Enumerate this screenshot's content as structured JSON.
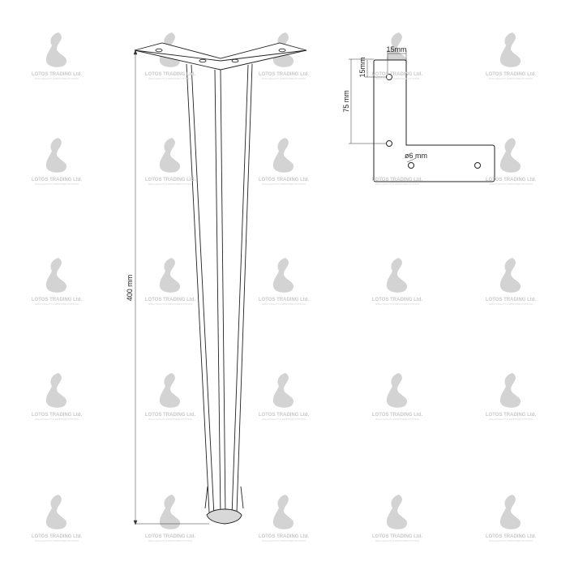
{
  "watermark": {
    "company": "LOTOS TRADING Ltd.",
    "tagline": "HIGH QUALITY FURNITURE FITTINGS",
    "color": "#c8c8c8"
  },
  "leg": {
    "height_label": "400 mm"
  },
  "bracket": {
    "hole_spacing_label": "75 mm",
    "edge_offset_vertical_label": "15mm",
    "edge_offset_horizontal_label": "15mm",
    "hole_diameter_label": "ø6 mm"
  },
  "colors": {
    "line": "#222222",
    "foot": "#d8d8d8"
  }
}
